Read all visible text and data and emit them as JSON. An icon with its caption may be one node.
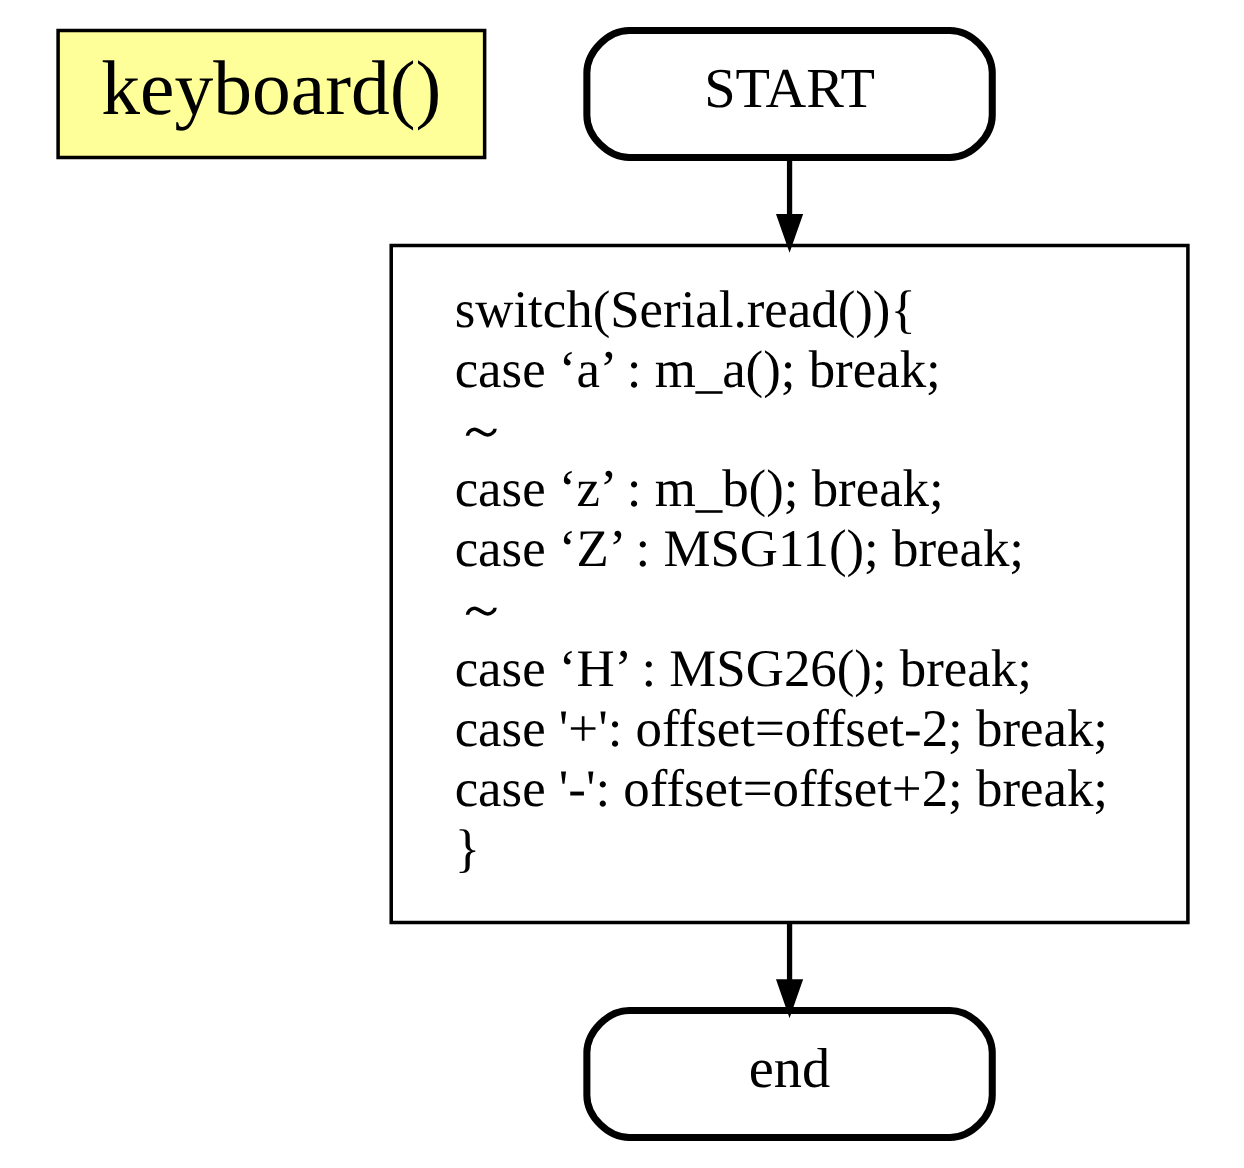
{
  "diagram": {
    "nodes": [
      {
        "text": [
          "keyboard()"
        ]
      },
      {
        "text": [
          "START"
        ]
      },
      {
        "text": [
          "switch(Serial.read()){",
          "case ‘a’ : m_a(); break;",
          "～",
          "case ‘z’ : m_b(); break;",
          "case ‘Z’ : MSG11(); break;",
          "～",
          "case ‘H’ : MSG26(); break;",
          "case '+': offset=offset-2; break;",
          "case '-': offset=offset+2; break;",
          "}"
        ]
      },
      {
        "text": [
          "end"
        ]
      }
    ],
    "edges": [
      {
        "from": 1,
        "to": 2,
        "arrow": "to"
      },
      {
        "from": 2,
        "to": 3,
        "arrow": "to"
      }
    ]
  }
}
